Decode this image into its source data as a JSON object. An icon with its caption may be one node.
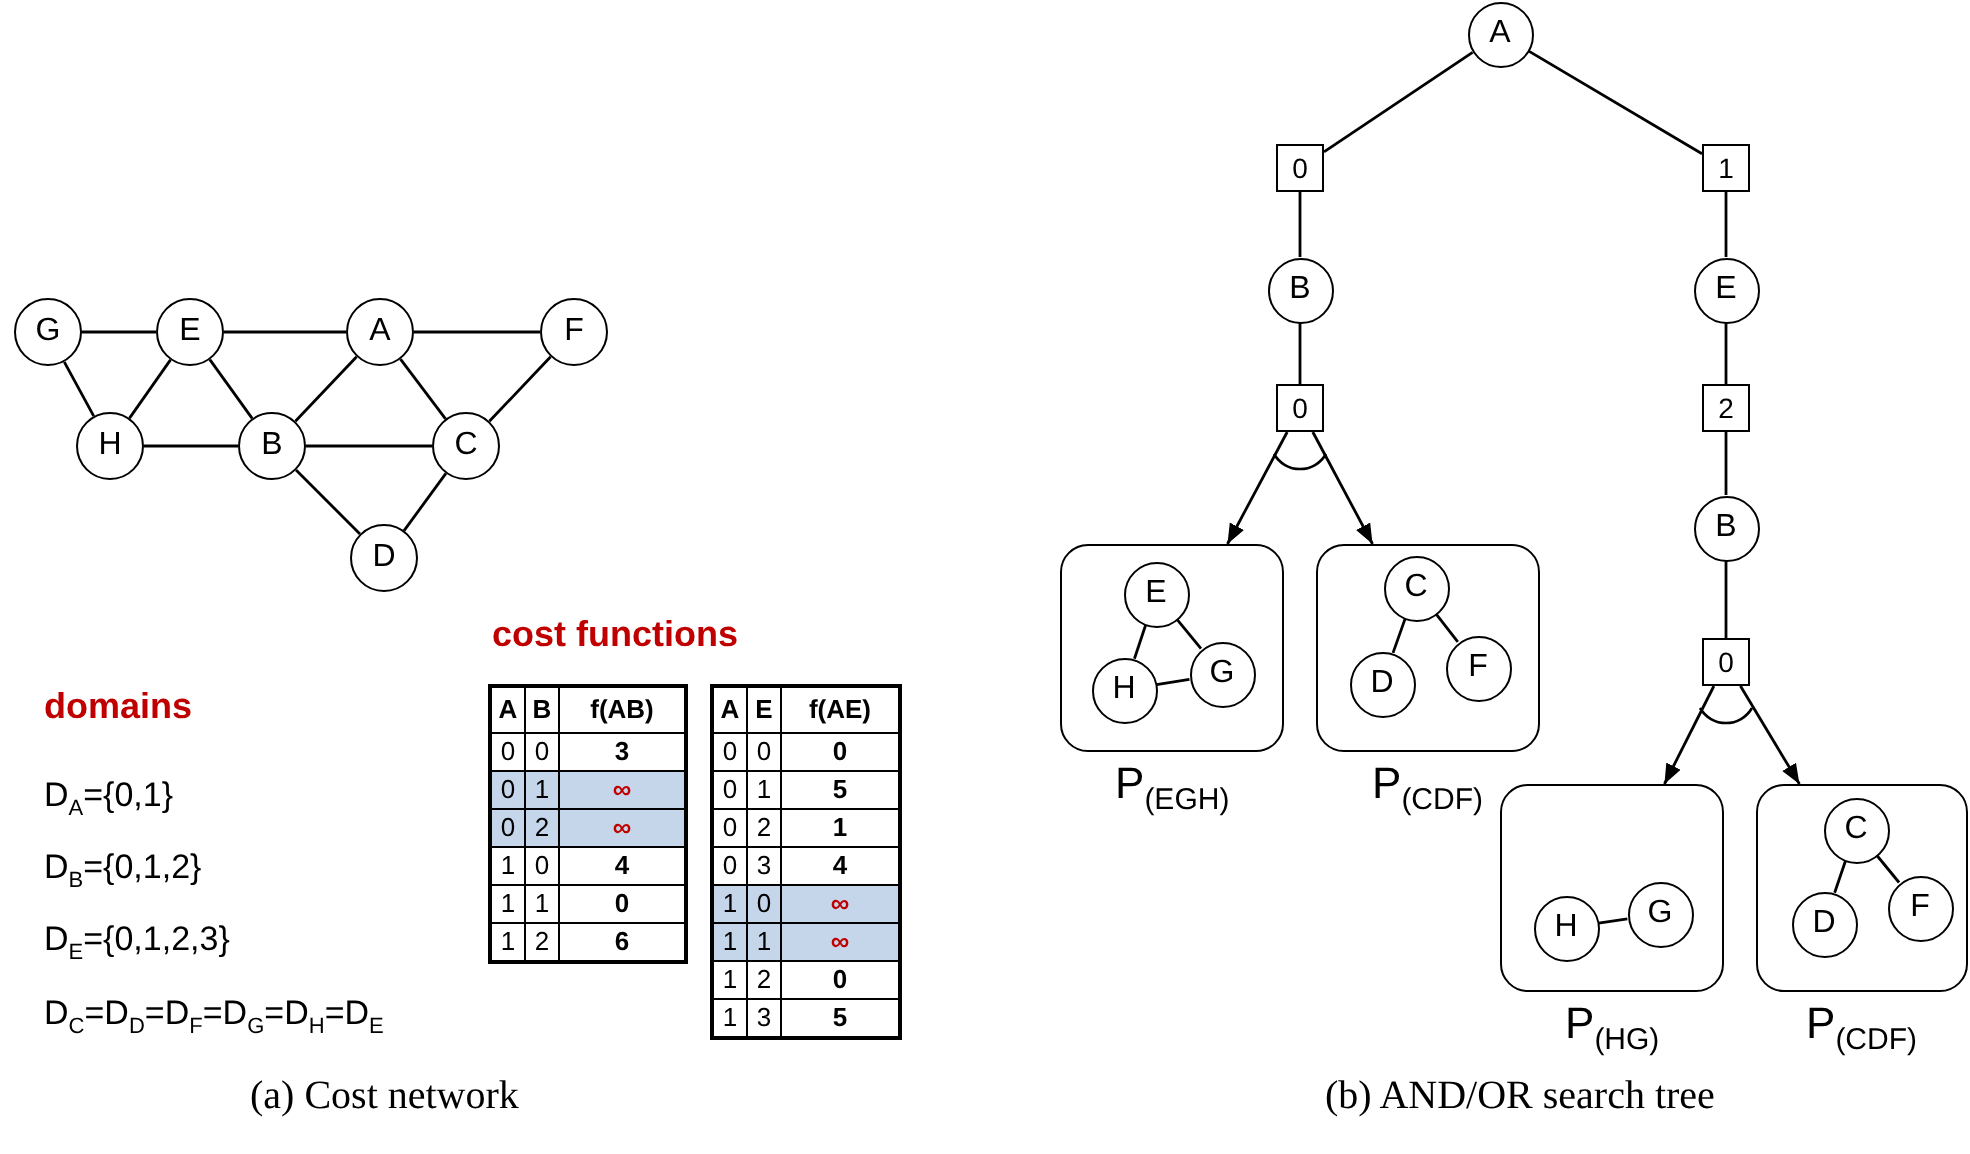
{
  "diagram": {
    "nodes": [
      {
        "text": [
          "G"
        ]
      },
      {
        "text": [
          "E"
        ]
      },
      {
        "text": [
          "A"
        ]
      },
      {
        "text": [
          "F"
        ]
      },
      {
        "text": [
          "H"
        ]
      },
      {
        "text": [
          "B"
        ]
      },
      {
        "text": [
          "C"
        ]
      },
      {
        "text": [
          "D"
        ]
      },
      {
        "text": [
          "A"
        ]
      },
      {
        "text": [
          "0"
        ]
      },
      {
        "text": [
          "1"
        ]
      },
      {
        "text": [
          "B"
        ]
      },
      {
        "text": [
          "E"
        ]
      },
      {
        "text": [
          "0"
        ]
      },
      {
        "text": [
          "2"
        ]
      },
      {
        "text": [
          "P$_{(EGH)}$"
        ]
      },
      {
        "text": [
          "E"
        ],
        "in": 15
      },
      {
        "text": [
          "H"
        ],
        "in": 15
      },
      {
        "text": [
          "G"
        ],
        "in": 15
      },
      {
        "text": [
          "P$_{(CDF)}$"
        ]
      },
      {
        "text": [
          "C"
        ],
        "in": 19
      },
      {
        "text": [
          "D"
        ],
        "in": 19
      },
      {
        "text": [
          "F"
        ],
        "in": 19
      },
      {
        "text": [
          "B"
        ]
      },
      {
        "text": [
          "0"
        ]
      },
      {
        "text": [
          "P$_{(HG)}$"
        ]
      },
      {
        "text": [
          "H"
        ],
        "in": 25
      },
      {
        "text": [
          "G"
        ],
        "in": 25
      },
      {
        "text": [
          "P$_{(CDF)}$"
        ]
      },
      {
        "text": [
          "C"
        ],
        "in": 28
      },
      {
        "text": [
          "D"
        ],
        "in": 28
      },
      {
        "text": [
          "F"
        ],
        "in": 28
      }
    ],
    "edges": [
      {
        "from": 0,
        "to": 1,
        "arrow": "none"
      },
      {
        "from": 1,
        "to": 2,
        "arrow": "none"
      },
      {
        "from": 2,
        "to": 3,
        "arrow": "none"
      },
      {
        "from": 0,
        "to": 4,
        "arrow": "none"
      },
      {
        "from": 1,
        "to": 4,
        "arrow": "none"
      },
      {
        "from": 1,
        "to": 5,
        "arrow": "none"
      },
      {
        "from": 2,
        "to": 5,
        "arrow": "none"
      },
      {
        "from": 2,
        "to": 6,
        "arrow": "none"
      },
      {
        "from": 3,
        "to": 6,
        "arrow": "none"
      },
      {
        "from": 4,
        "to": 5,
        "arrow": "none"
      },
      {
        "from": 5,
        "to": 6,
        "arrow": "none"
      },
      {
        "from": 5,
        "to": 7,
        "arrow": "none"
      },
      {
        "from": 6,
        "to": 7,
        "arrow": "none"
      },
      {
        "from": 8,
        "to": 9,
        "arrow": "none"
      },
      {
        "from": 8,
        "to": 10,
        "arrow": "none"
      },
      {
        "from": 9,
        "to": 11,
        "arrow": "none"
      },
      {
        "from": 10,
        "to": 12,
        "arrow": "none"
      },
      {
        "from": 11,
        "to": 13,
        "arrow": "none"
      },
      {
        "from": 12,
        "to": 14,
        "arrow": "none"
      },
      {
        "from": 13,
        "to": 15,
        "arrow": "to"
      },
      {
        "from": 13,
        "to": 19,
        "arrow": "to"
      },
      {
        "from": 14,
        "to": 23,
        "arrow": "none"
      },
      {
        "from": 23,
        "to": 24,
        "arrow": "none"
      },
      {
        "from": 24,
        "to": 25,
        "arrow": "to"
      },
      {
        "from": 24,
        "to": 28,
        "arrow": "to"
      },
      {
        "from": 16,
        "to": 17,
        "arrow": "none"
      },
      {
        "from": 16,
        "to": 18,
        "arrow": "none"
      },
      {
        "from": 17,
        "to": 18,
        "arrow": "none"
      },
      {
        "from": 20,
        "to": 21,
        "arrow": "none"
      },
      {
        "from": 20,
        "to": 22,
        "arrow": "none"
      },
      {
        "from": 26,
        "to": 27,
        "arrow": "none"
      },
      {
        "from": 29,
        "to": 30,
        "arrow": "none"
      },
      {
        "from": 29,
        "to": 31,
        "arrow": "none"
      }
    ],
    "labels": [
      "domains",
      "D$_{A}$={0,1}",
      "D$_{B}$={0,1,2}",
      "D$_{E}$={0,1,2,3}",
      "D$_{C}$=D$_{D}$=D$_{F}$=D$_{G}$=D$_{H}$=D$_{E}$",
      "cost functions",
      "A",
      "B",
      "f(AB)",
      "0",
      "0",
      "3",
      "0",
      "1",
      "∞",
      "0",
      "2",
      "∞",
      "1",
      "0",
      "4",
      "1",
      "1",
      "0",
      "1",
      "2",
      "6",
      "A",
      "E",
      "f(AE)",
      "0",
      "0",
      "0",
      "0",
      "1",
      "5",
      "0",
      "2",
      "1",
      "0",
      "3",
      "4",
      "1",
      "0",
      "∞",
      "1",
      "1",
      "∞",
      "1",
      "2",
      "0",
      "1",
      "3",
      "5",
      "(a) Cost network",
      "(b) AND/OR search tree"
    ]
  }
}
